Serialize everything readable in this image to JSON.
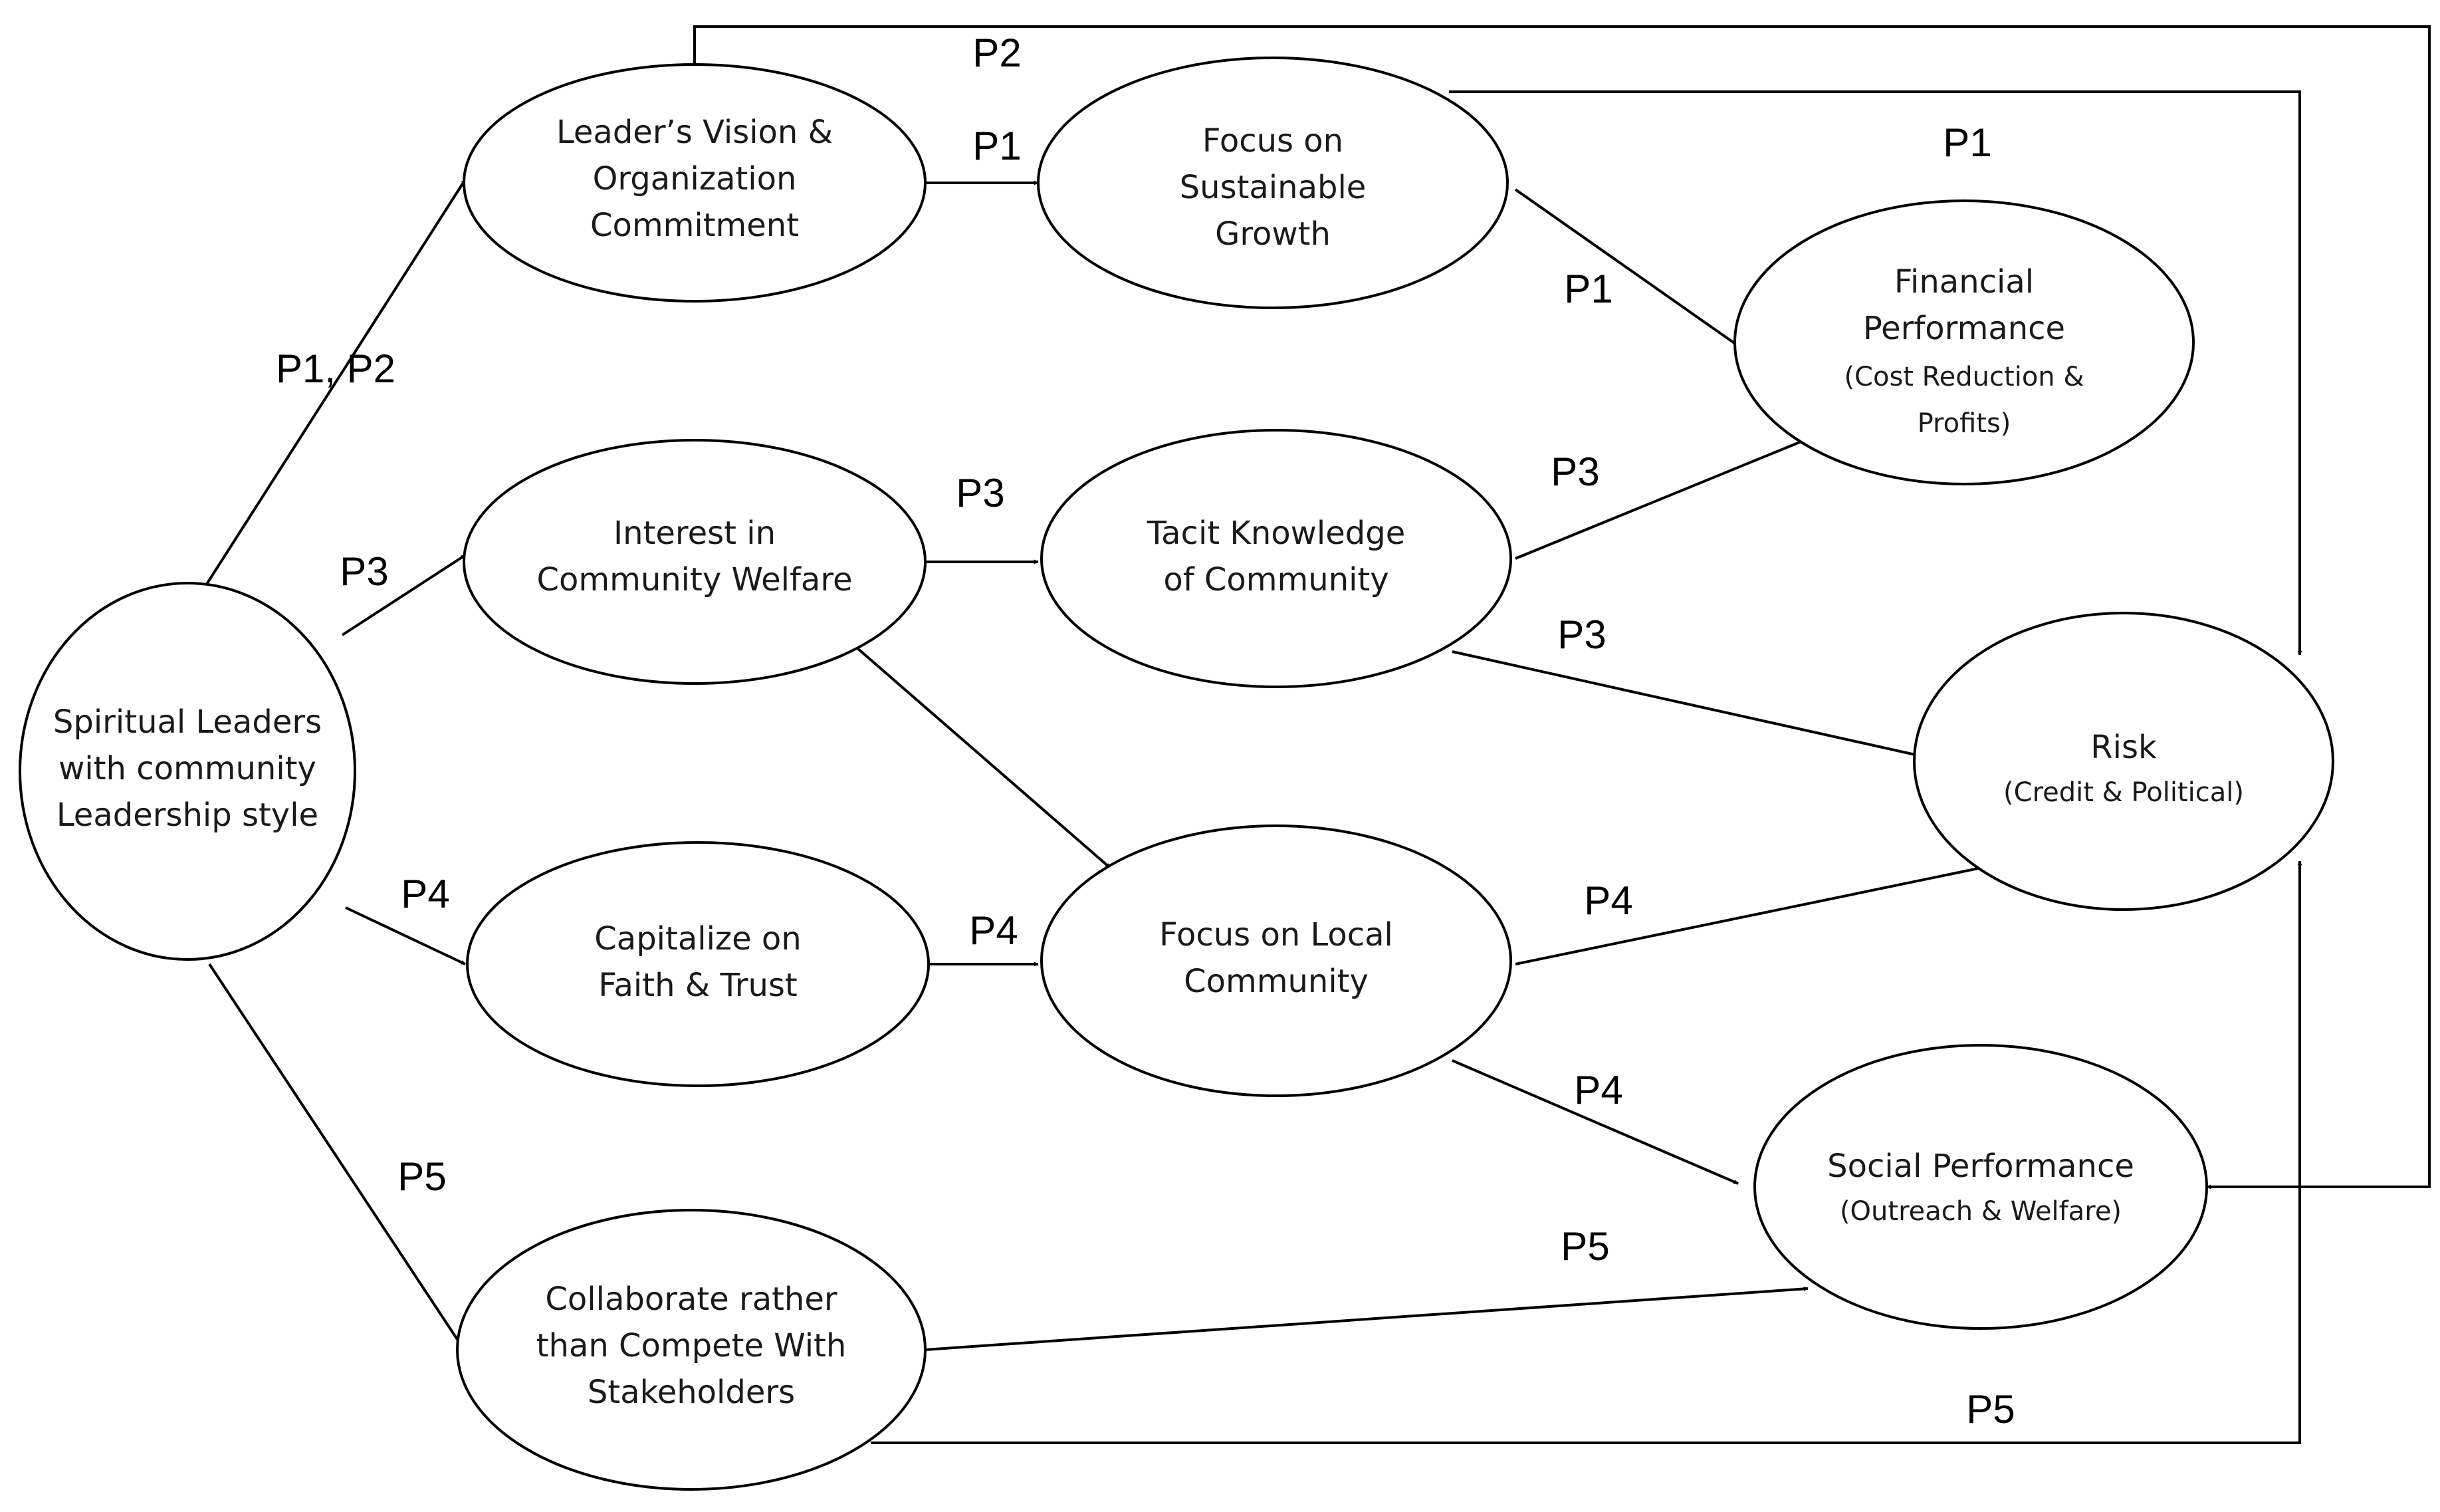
{
  "nodes": {
    "spiritual": [
      "Spiritual Leaders",
      "with community",
      "Leadership style"
    ],
    "vision": [
      "Leader’s Vision &",
      "Organization",
      "Commitment"
    ],
    "interest": [
      "Interest in",
      "Community  Welfare"
    ],
    "faith": [
      "Capitalize  on",
      "Faith & Trust"
    ],
    "collab": [
      "Collaborate rather",
      "than Compete With",
      "Stakeholders"
    ],
    "sustain": [
      "Focus on",
      "Sustainable",
      "Growth"
    ],
    "tacit": [
      "Tacit Knowledge",
      "of Community"
    ],
    "local": [
      "Focus on Local",
      "Community"
    ],
    "financial": [
      "Financial",
      "Performance"
    ],
    "financial_sub": [
      "(Cost Reduction &",
      "Profits)"
    ],
    "risk": [
      "Risk"
    ],
    "risk_sub": [
      "(Credit & Political)"
    ],
    "social": [
      "Social Performance"
    ],
    "social_sub": [
      "(Outreach & Welfare)"
    ]
  },
  "edge_labels": {
    "p1p2": "P1, P2",
    "top_p2": "P2",
    "vision_sustain": "P1",
    "top_p1": "P1",
    "sustain_fin": "P1",
    "spirit_interest": "P3",
    "interest_tacit": "P3",
    "tacit_fin": "P3",
    "tacit_risk": "P3",
    "spirit_faith": "P4",
    "faith_local": "P4",
    "local_risk": "P4",
    "local_social": "P4",
    "spirit_collab": "P5",
    "collab_social": "P5",
    "bottom_p5": "P5"
  }
}
